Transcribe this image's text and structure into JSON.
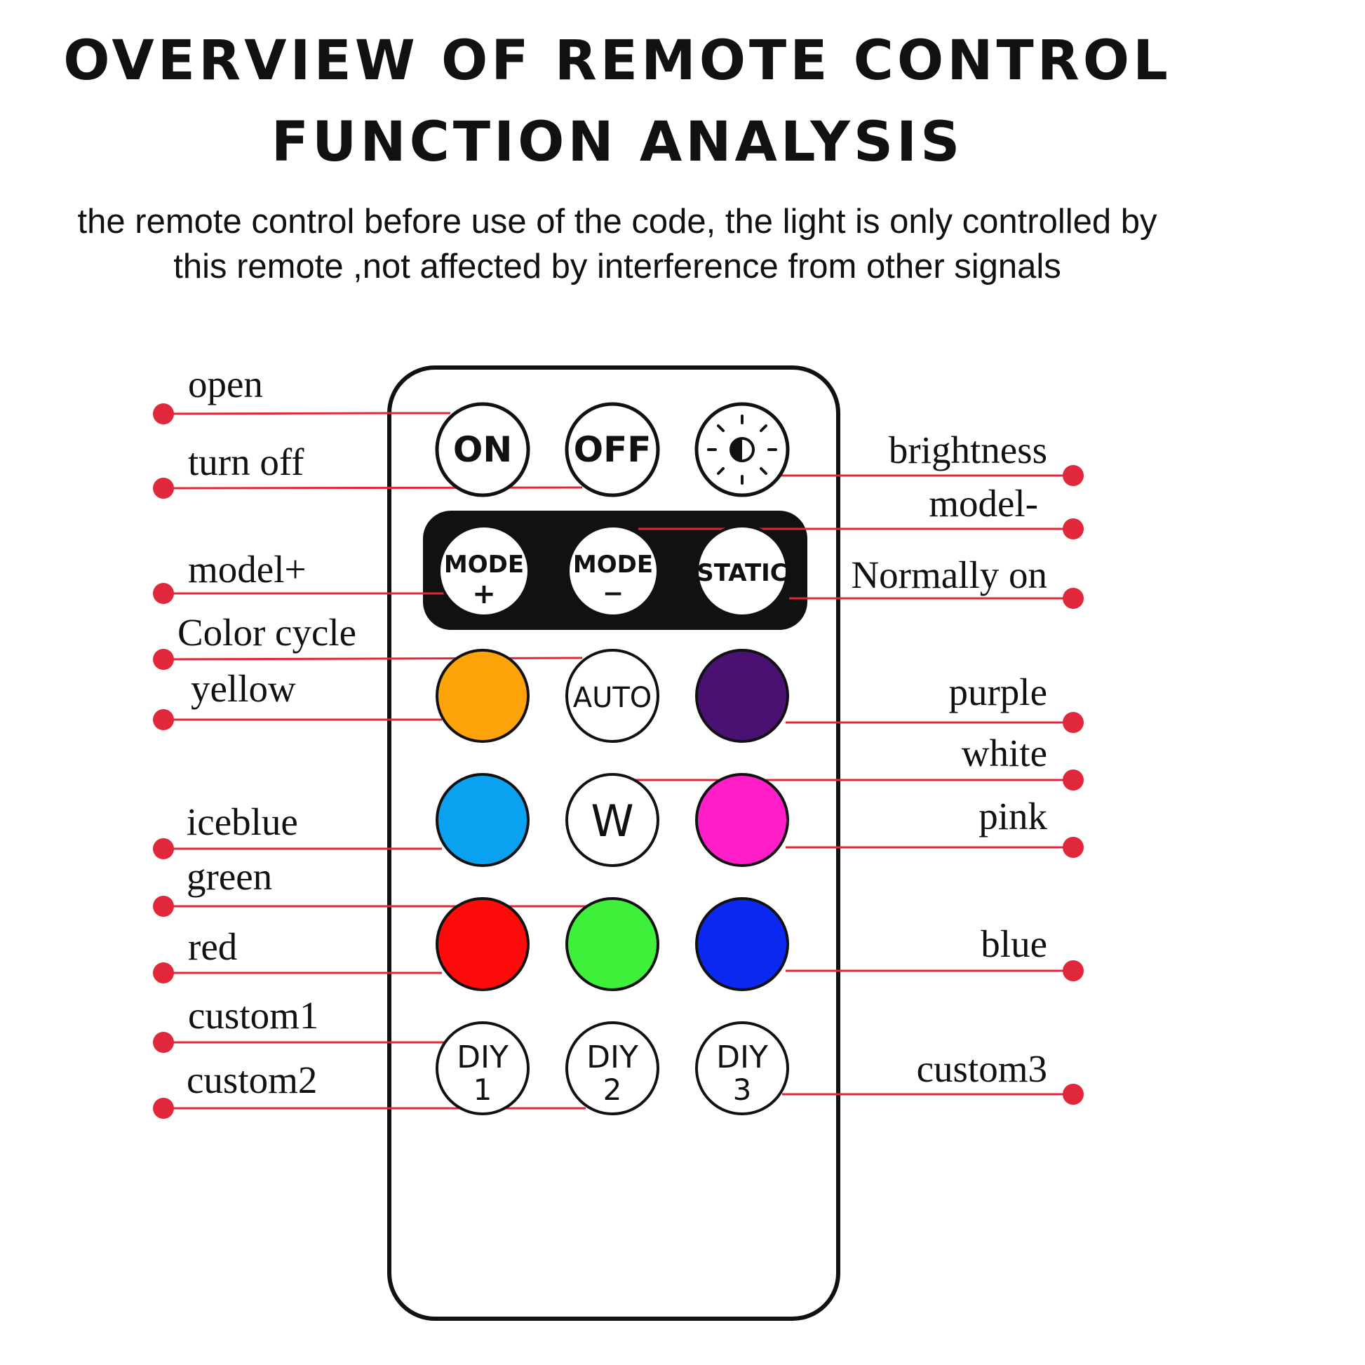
{
  "title_line1": "OVERVIEW OF REMOTE CONTROL",
  "title_line2": "FUNCTION ANALYSIS",
  "subtitle_line1": "the remote control before use of the code,  the light is only controlled by",
  "subtitle_line2": "this remote ,not affected by interference from other signals",
  "buttons": {
    "on": "ON",
    "off": "OFF",
    "mode_plus_1": "MODE",
    "mode_plus_2": "+",
    "mode_minus_1": "MODE",
    "mode_minus_2": "−",
    "static": "STATIC",
    "auto": "AUTO",
    "w": "W",
    "diy1_1": "DIY",
    "diy1_2": "1",
    "diy2_1": "DIY",
    "diy2_2": "2",
    "diy3_1": "DIY",
    "diy3_2": "3"
  },
  "colors": {
    "yellow": "#ffa30a",
    "purple": "#4a1072",
    "iceblue": "#0aa2f0",
    "pink": "#ff1ec8",
    "red": "#ff0a0a",
    "green": "#3ef03a",
    "blue": "#0a28f0",
    "leader": "#e0283a"
  },
  "labels_left": {
    "open": "open",
    "turn_off": "turn off",
    "model_plus": "model+",
    "color_cycle": "Color cycle",
    "yellow": "yellow",
    "iceblue": "iceblue",
    "green": "green",
    "red": "red",
    "custom1": "custom1",
    "custom2": "custom2"
  },
  "labels_right": {
    "brightness": "brightness",
    "model_minus": "model-",
    "normally_on": "Normally on",
    "purple": "purple",
    "white": "white",
    "pink": "pink",
    "blue": "blue",
    "custom3": "custom3"
  }
}
